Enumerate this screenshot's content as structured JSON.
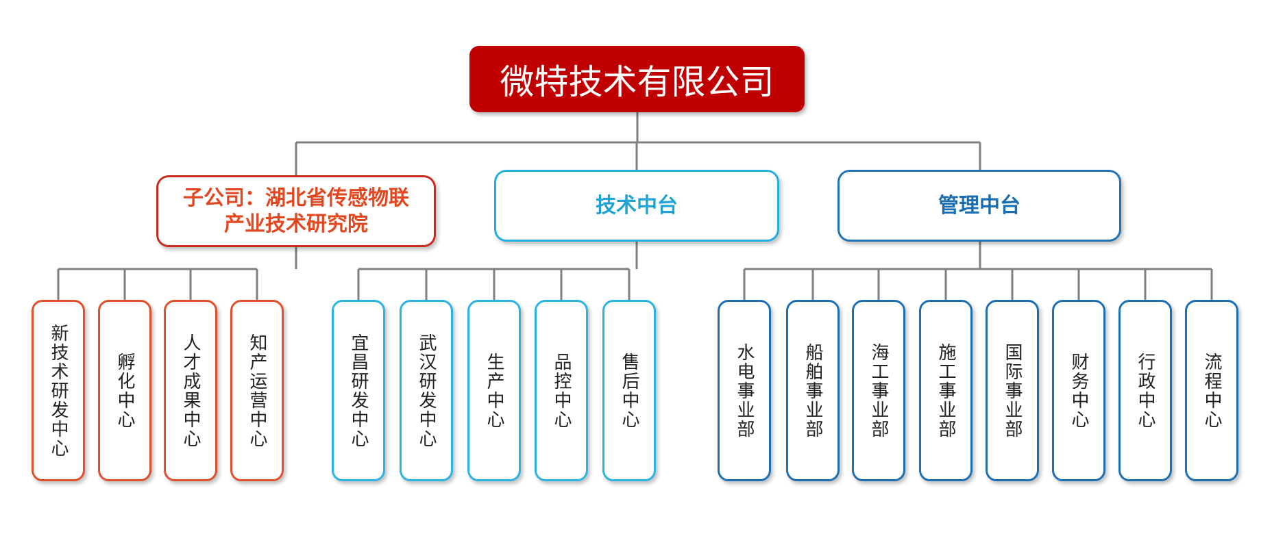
{
  "root": {
    "label": "微特技术有限公司"
  },
  "branches": [
    {
      "label_line1": "子公司：湖北省传感物联",
      "label_line2": "产业技术研究院",
      "color": "#e2471f",
      "children": [
        "新技术研发中心",
        "孵化中心",
        "人才成果中心",
        "知产运营中心"
      ]
    },
    {
      "label": "技术中台",
      "color": "#1fa2d4",
      "children": [
        "宜昌研发中心",
        "武汉研发中心",
        "生产中心",
        "品控中心",
        "售后中心"
      ]
    },
    {
      "label": "管理中台",
      "color": "#1a6db0",
      "children": [
        "水电事业部",
        "船舶事业部",
        "海工事业部",
        "施工事业部",
        "国际事业部",
        "财务中心",
        "行政中心",
        "流程中心"
      ]
    }
  ],
  "colors": {
    "root_fill": "#c00000",
    "connector": "#7f7f7f",
    "red_border": "#cc2a1c",
    "cyan_border": "#23b0e0",
    "blue_border": "#1d72b8"
  }
}
